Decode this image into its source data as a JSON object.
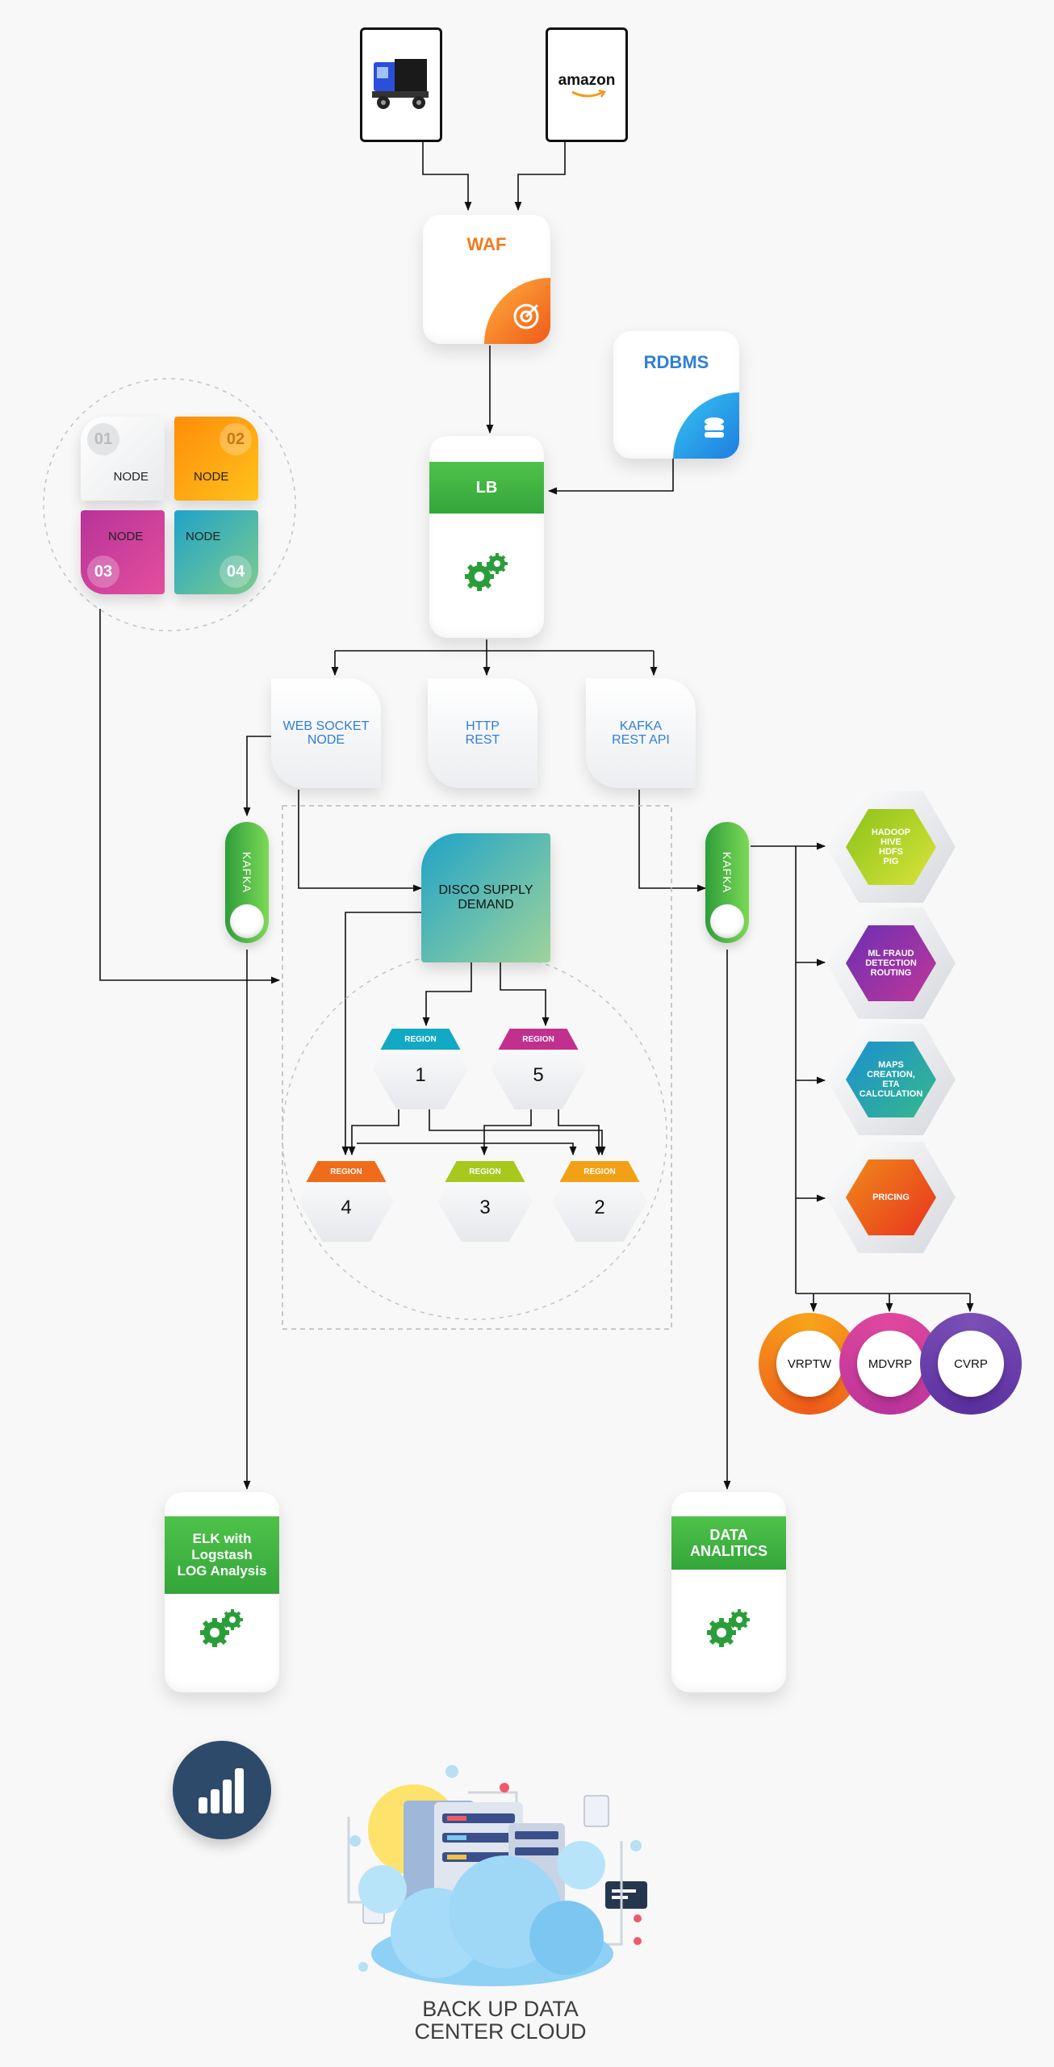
{
  "clients": {
    "truck_alt": "Blue cargo truck",
    "amazon": "amazon"
  },
  "waf": {
    "title": "WAF"
  },
  "rdbms": {
    "title": "RDBMS"
  },
  "lb": {
    "title": "LB"
  },
  "nodes": [
    {
      "num": "01",
      "label": "NODE"
    },
    {
      "num": "02",
      "label": "NODE"
    },
    {
      "num": "03",
      "label": "NODE"
    },
    {
      "num": "04",
      "label": "NODE"
    }
  ],
  "endpoints": [
    {
      "line1": "WEB SOCKET",
      "line2": "NODE"
    },
    {
      "line1": "HTTP",
      "line2": "REST"
    },
    {
      "line1": "KAFKA",
      "line2": "REST API"
    }
  ],
  "kafka_left": "KAFKA",
  "kafka_right": "KAFKA",
  "disco": {
    "line1": "DISCO SUPPLY",
    "line2": "DEMAND"
  },
  "regions": [
    {
      "cap": "REGION",
      "num": "1",
      "color": "#12a9c4"
    },
    {
      "cap": "REGION",
      "num": "5",
      "color": "#c2308f"
    },
    {
      "cap": "REGION",
      "num": "4",
      "color": "#ef6c1a"
    },
    {
      "cap": "REGION",
      "num": "3",
      "color": "#a8c81e"
    },
    {
      "cap": "REGION",
      "num": "2",
      "color": "#f2a116"
    }
  ],
  "analytics_hex": [
    {
      "l1": "HADOOP",
      "l2": "HIVE",
      "l3": "HDFS",
      "l4": "PIG"
    },
    {
      "l1": "ML FRAUD",
      "l2": "DETECTION",
      "l3": "ROUTING",
      "l4": ""
    },
    {
      "l1": "MAPS",
      "l2": "CREATION,",
      "l3": "ETA",
      "l4": "CALCULATION"
    },
    {
      "l1": "PRICING",
      "l2": "",
      "l3": "",
      "l4": ""
    }
  ],
  "rings": [
    "VRPTW",
    "MDVRP",
    "CVRP"
  ],
  "elk": {
    "l1": "ELK with",
    "l2": "Logstash",
    "l3": "LOG Analysis"
  },
  "data_analytics": {
    "l1": "DATA",
    "l2": "ANALITICS"
  },
  "backup": {
    "l1": "BACK UP DATA",
    "l2": "CENTER CLOUD"
  },
  "colors": {
    "green": "#3cb043",
    "blue": "#2f7fd6",
    "orange": "#f07b1d"
  }
}
